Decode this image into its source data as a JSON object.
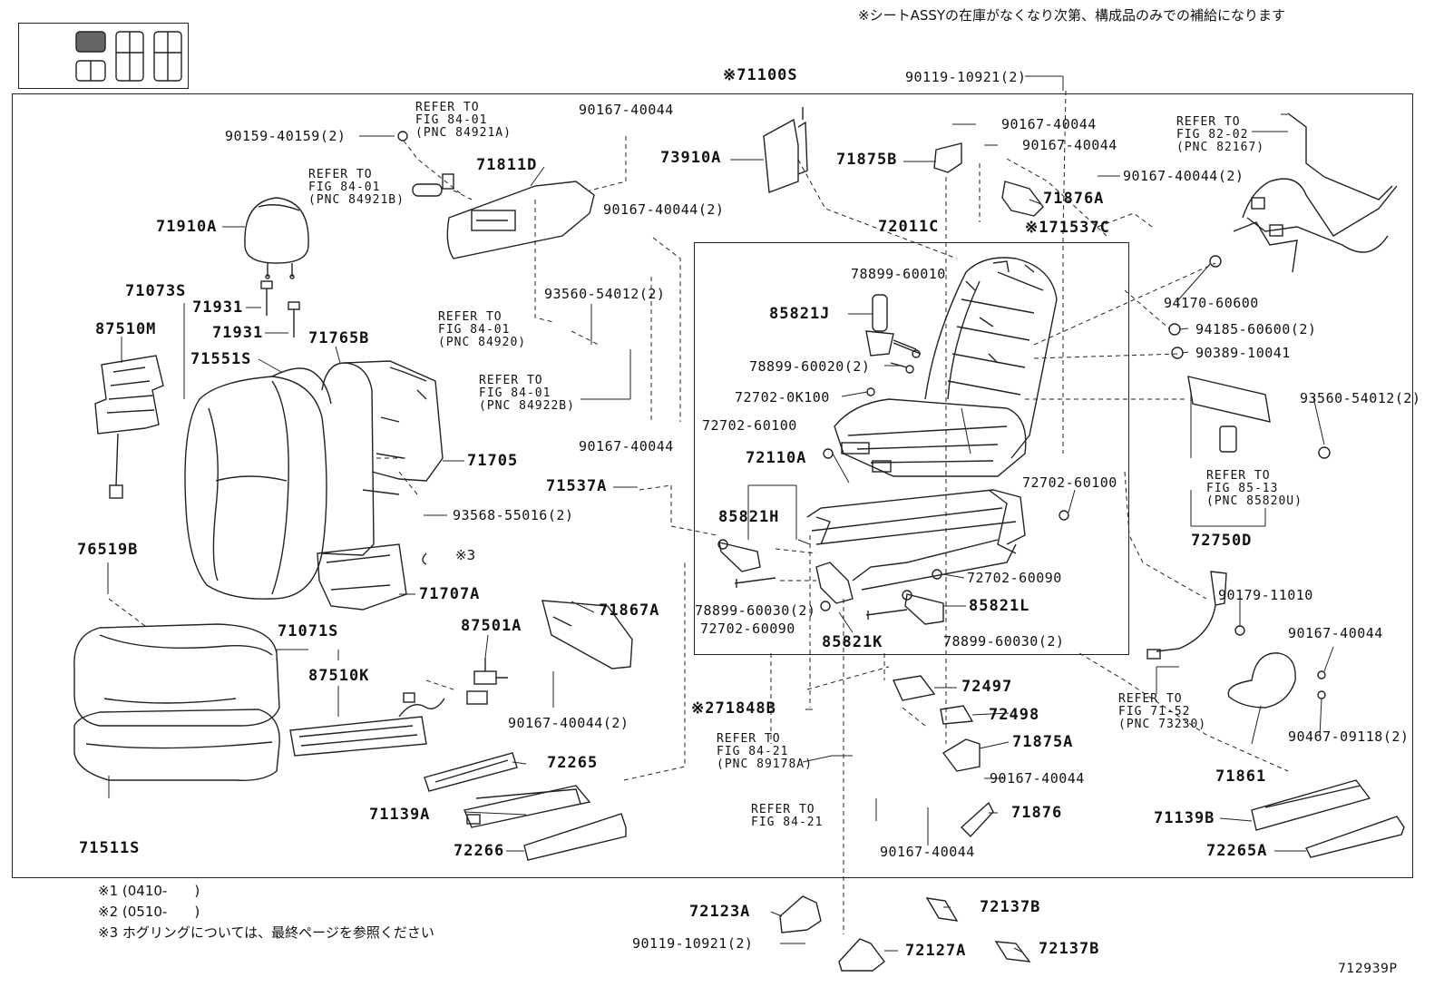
{
  "header_note": "※シートASSYの在庫がなくなり次第、構成品のみでの補給になります",
  "figure_code": "712939P",
  "assembly": {
    "main": "※71100S",
    "frame": "72011C"
  },
  "footnotes": [
    {
      "mark": "※1",
      "text": "(0410-　　)"
    },
    {
      "mark": "※2",
      "text": "(0510-　　)"
    },
    {
      "mark": "※3",
      "text": "ホグリングについては、最終ページを参照ください"
    }
  ],
  "refs": {
    "r1": [
      "REFER TO",
      "FIG 84-01",
      "(PNC 84921A)"
    ],
    "r2": [
      "REFER TO",
      "FIG 84-01",
      "(PNC 84921B)"
    ],
    "r3": [
      "REFER TO",
      "FIG 84-01",
      "(PNC 84920)"
    ],
    "r4": [
      "REFER TO",
      "FIG 84-01",
      "(PNC 84922B)"
    ],
    "r5": [
      "REFER TO",
      "FIG 82-02",
      "(PNC 82167)"
    ],
    "r6": [
      "REFER TO",
      "FIG 85-13",
      "(PNC 85820U)"
    ],
    "r7": [
      "REFER TO",
      "FIG 71-52",
      "(PNC 73230)"
    ],
    "r8": [
      "REFER TO",
      "FIG 84-21",
      "(PNC 89178A)"
    ],
    "r9": [
      "REFER TO",
      "FIG 84-21"
    ]
  },
  "parts": {
    "p90119_top": "90119-10921(2)",
    "p90159": "90159-40159(2)",
    "p90167_a": "90167-40044",
    "p90167_b": "90167-40044",
    "p90167_c": "90167-40044",
    "p90167_d": "90167-40044(2)",
    "p90167_e": "90167-40044(2)",
    "p90167_f": "90167-40044",
    "p90167_g": "90167-40044(2)",
    "p90167_h": "90167-40044",
    "p90167_i": "90167-40044",
    "p90167_j": "90167-40044",
    "p73910A": "73910A",
    "p71875B": "71875B",
    "p71876A": "71876A",
    "p71811D": "71811D",
    "p71910A": "71910A",
    "p171537C": "※171537C",
    "p78899_60010": "78899-60010",
    "p94170": "94170-60600",
    "p94185": "94185-60600(2)",
    "p90389": "90389-10041",
    "p93560_a": "93560-54012(2)",
    "p93560_b": "93560-54012(2)",
    "p71073S": "71073S",
    "p71931_a": "71931",
    "p71931_b": "71931",
    "p87510M": "87510M",
    "p71765B": "71765B",
    "p71551S": "71551S",
    "p85821J": "85821J",
    "p78899_60020": "78899-60020(2)",
    "p72702_0K100": "72702-0K100",
    "p72702_60100_a": "72702-60100",
    "p72702_60100_b": "72702-60100",
    "p71705": "71705",
    "p72110A": "72110A",
    "p71537A": "71537A",
    "p93568": "93568-55016(2)",
    "p85821H": "85821H",
    "p76519B": "76519B",
    "p_ref3": "※3",
    "p72702_60090_a": "72702-60090",
    "p72702_60090_b": "72702-60090",
    "p72750D": "72750D",
    "p71707A": "71707A",
    "p78899_60030_a": "78899-60030(2)",
    "p78899_60030_b": "78899-60030(2)",
    "p85821L": "85821L",
    "p85821K": "85821K",
    "p87501A": "87501A",
    "p71867A": "71867A",
    "p71071S": "71071S",
    "p87510K": "87510K",
    "p90179": "90179-11010",
    "p72497": "72497",
    "p72498": "72498",
    "p71848B": "※271848B",
    "p90467": "90467-09118(2)",
    "p71875A": "71875A",
    "p72265": "72265",
    "p71861": "71861",
    "p71139A": "71139A",
    "p71876": "71876",
    "p71139B": "71139B",
    "p72266": "72266",
    "p72265A": "72265A",
    "p71511S": "71511S",
    "p72123A": "72123A",
    "p72137B_a": "72137B",
    "p72137B_b": "72137B",
    "p90119_bot": "90119-10921(2)",
    "p72127A": "72127A"
  }
}
